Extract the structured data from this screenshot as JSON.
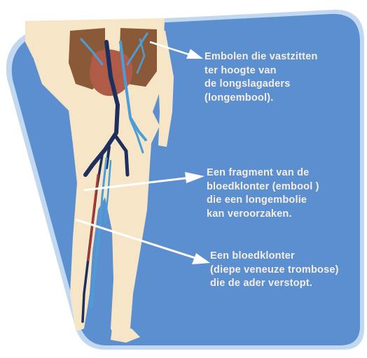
{
  "colors": {
    "background": "#ffffff",
    "panel": "#5b8fcf",
    "panel_shadow": "#8fb8e4",
    "skin": "#f7e5c8",
    "vein_dark": "#1d2f5c",
    "vein_light": "#4a9ed8",
    "artery_red": "#a83a30",
    "lung": "#8a5a38",
    "heart": "#b05a48",
    "text": "#f6eee2",
    "arrow": "#ffffff"
  },
  "annotations": [
    {
      "id": "embolen",
      "lines": [
        "Embolen die vastzitten",
        "ter hoogte van",
        "de longslagaders",
        "(longembool)."
      ]
    },
    {
      "id": "fragment",
      "lines": [
        "Een fragment van de",
        "bloedklonter (embool )",
        "die een longembolie",
        "kan veroorzaken."
      ]
    },
    {
      "id": "bloedklonter",
      "lines": [
        "Een bloedklonter",
        "(diepe veneuze trombose)",
        "die de ader verstopt."
      ]
    }
  ]
}
